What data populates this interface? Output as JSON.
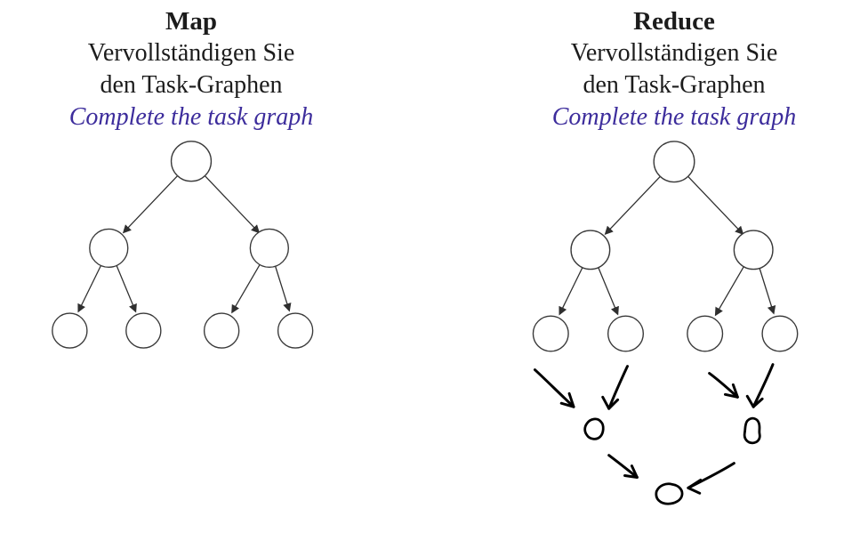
{
  "panels": [
    {
      "title": "Map",
      "subtitle_de_1": "Vervollständigen Sie",
      "subtitle_de_2": "den Task-Graphen",
      "subtitle_en": "Complete the task graph"
    },
    {
      "title": "Reduce",
      "subtitle_de_1": "Vervollständigen Sie",
      "subtitle_de_2": "den Task-Graphen",
      "subtitle_en": "Complete the task graph"
    }
  ],
  "colors": {
    "accent": "#3d2d9c",
    "node_stroke": "#3a3a3a",
    "hand_ink": "#000000"
  },
  "diagram": {
    "map": {
      "type": "task-tree",
      "levels": 3,
      "nodes": 7,
      "edges": 6
    },
    "reduce": {
      "type": "task-tree-with-handdrawn-reduction",
      "levels": 3,
      "nodes": 7,
      "edges": 6,
      "hand_arrows": 6,
      "hand_blobs": 3
    }
  }
}
